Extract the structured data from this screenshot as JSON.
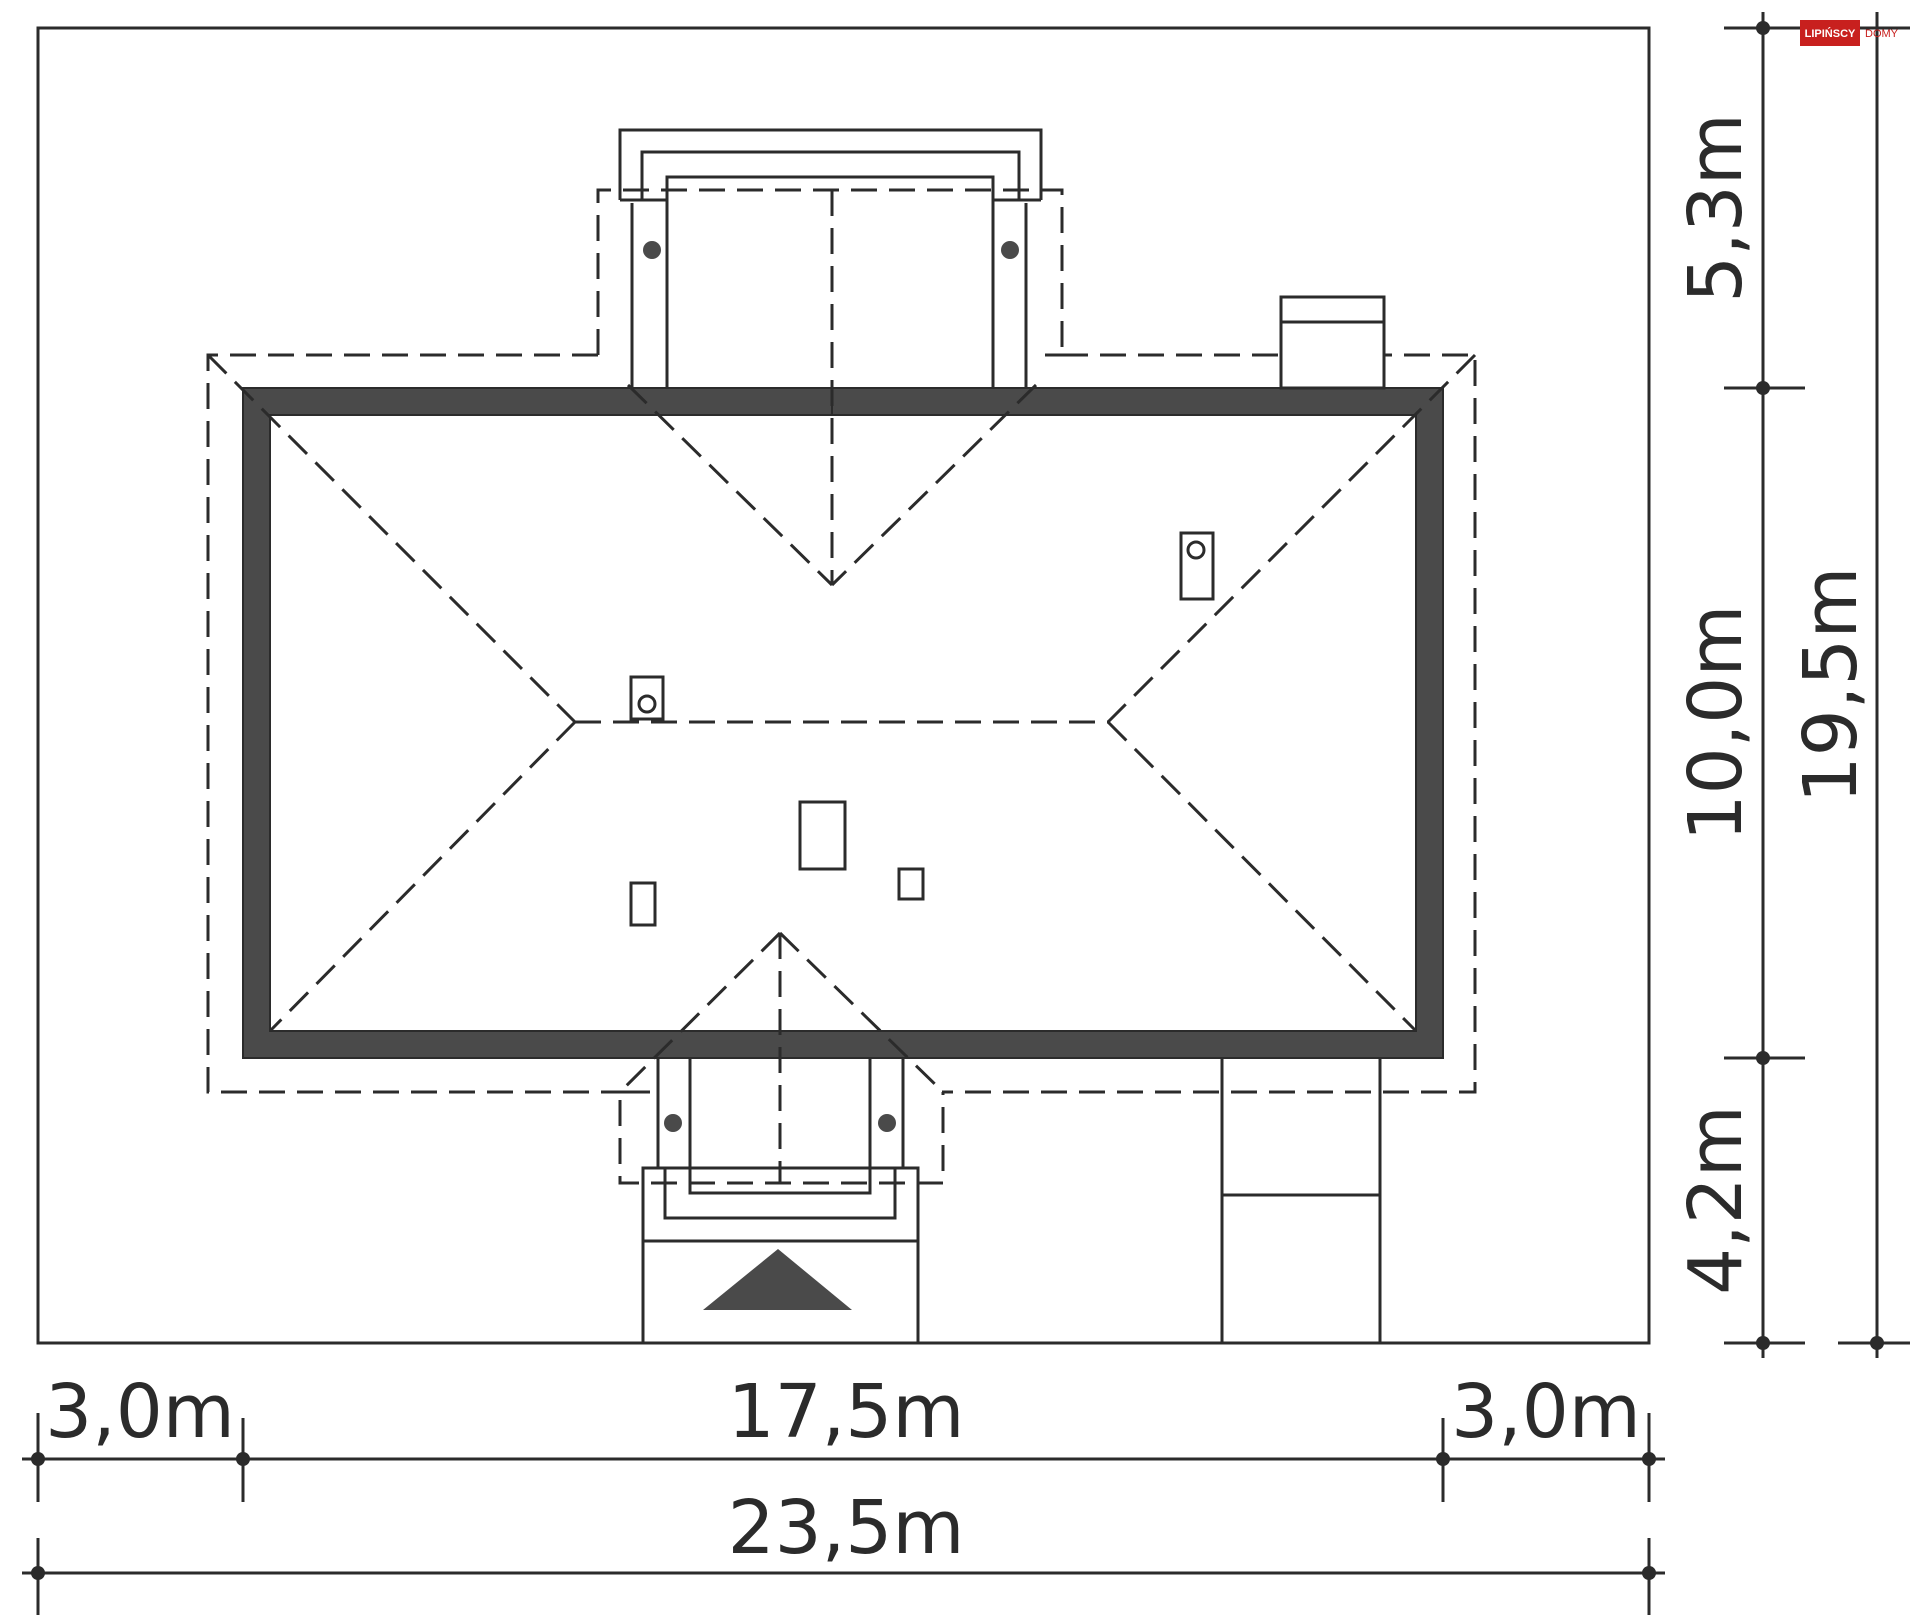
{
  "logo": {
    "main": "LIPIŃSCY",
    "sub": "DOMY",
    "color": "#c8201e"
  },
  "dimensions": {
    "left_setback": "3,0m",
    "house_width": "17,5m",
    "right_setback": "3,0m",
    "plot_width": "23,5m",
    "top_setback": "5,3m",
    "house_depth": "10,0m",
    "bottom_setback": "4,2m",
    "plot_depth": "19,5m"
  },
  "colors": {
    "wall": "#4a4a4a",
    "line": "#2b2b2b",
    "background": "#ffffff"
  }
}
